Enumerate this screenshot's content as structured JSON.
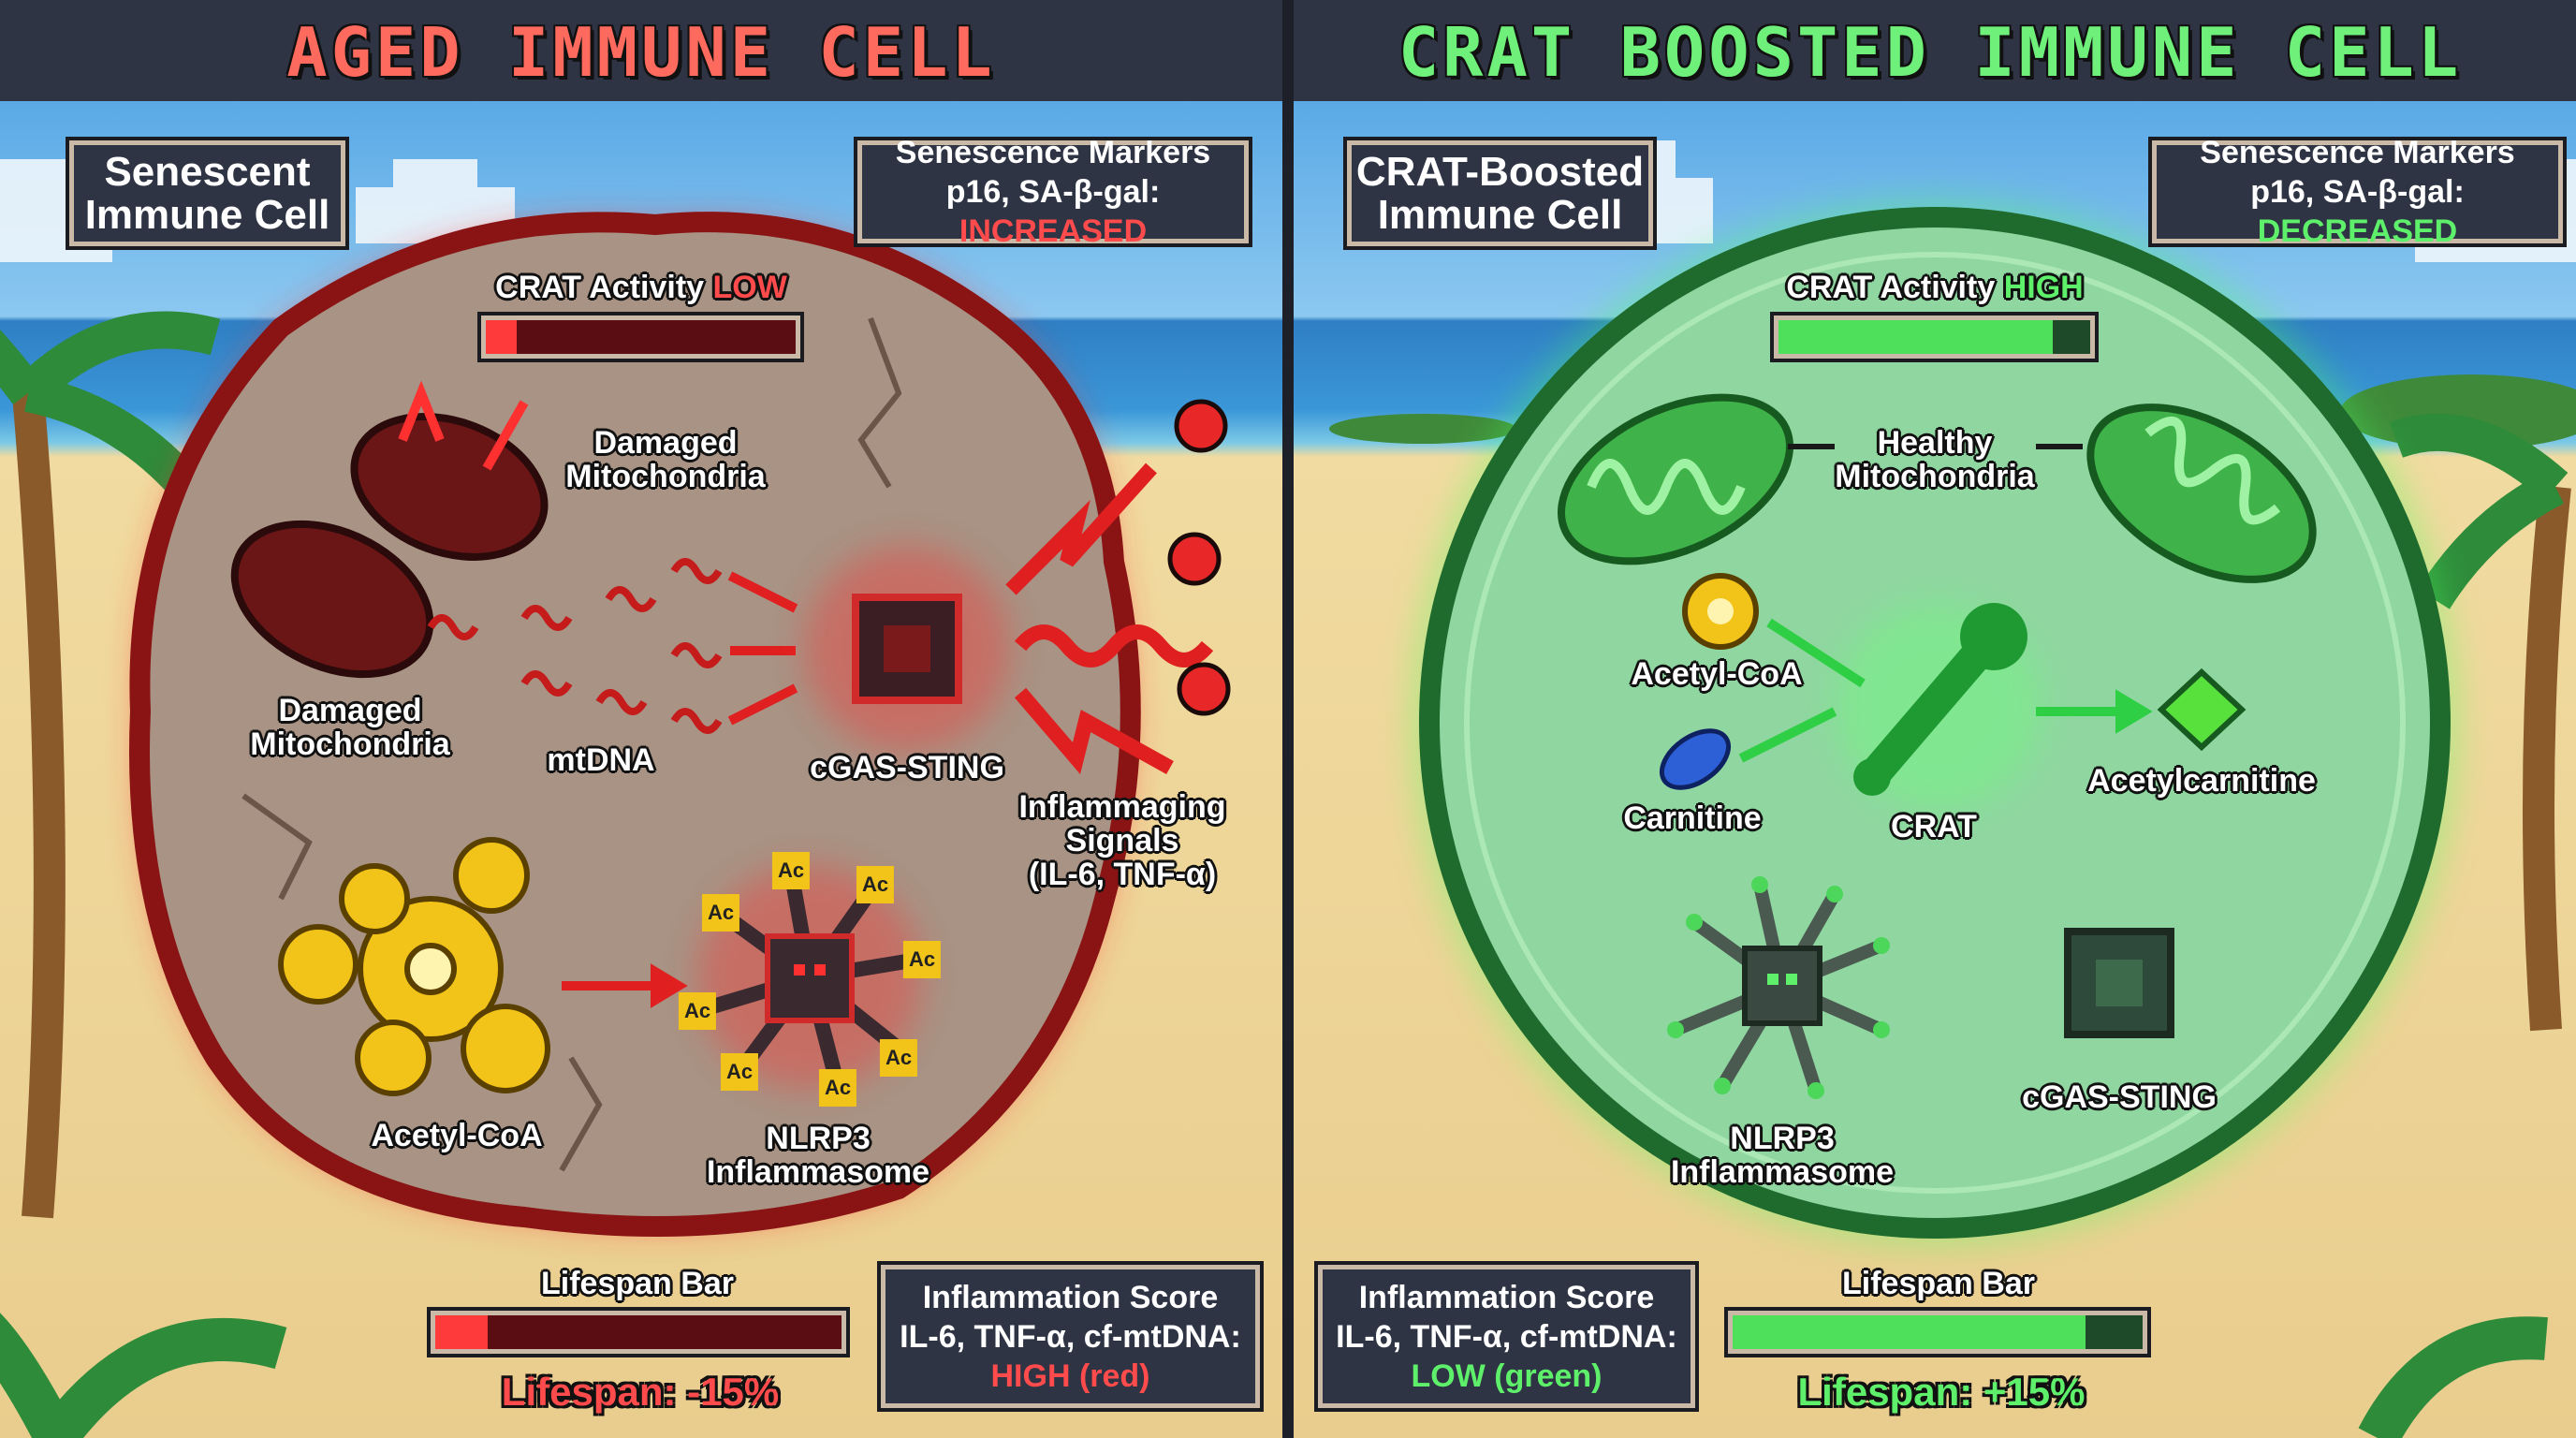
{
  "left": {
    "title": "AGED IMMUNE CELL",
    "cell_label": [
      "Senescent",
      "Immune Cell"
    ],
    "markers": {
      "heading": "Senescence Markers",
      "prefix": "p16, SA-β-gal:",
      "status": "INCREASED"
    },
    "crat_activity": {
      "label": "CRAT Activity",
      "status": "LOW",
      "level": 0.1
    },
    "labels": {
      "damaged_mito_top": [
        "Damaged",
        "Mitochondria"
      ],
      "damaged_mito_left": [
        "Damaged",
        "Mitochondria"
      ],
      "mtdna": "mtDNA",
      "cgas_sting": "cGAS-STING",
      "inflammaging": [
        "Inflammaging",
        "Signals",
        "(IL-6, TNF-α)"
      ],
      "acetyl_coa": "Acetyl-CoA",
      "nlrp3": [
        "NLRP3",
        "Inflammasome"
      ],
      "ac_badge": "Ac"
    },
    "lifespan": {
      "label": "Lifespan Bar",
      "level": 0.13,
      "text": "Lifespan: -15%"
    },
    "inflammation": {
      "heading": "Inflammation Score",
      "line": "IL-6, TNF-α, cf-mtDNA:",
      "status": "HIGH (red)"
    }
  },
  "right": {
    "title": "CRAT BOOSTED IMMUNE CELL",
    "cell_label": [
      "CRAT-Boosted",
      "Immune Cell"
    ],
    "markers": {
      "heading": "Senescence Markers",
      "prefix": "p16, SA-β-gal:",
      "status": "DECREASED"
    },
    "crat_activity": {
      "label": "CRAT Activity",
      "status": "HIGH",
      "level": 0.88
    },
    "labels": {
      "healthy_mito": [
        "Healthy",
        "Mitochondria"
      ],
      "acetyl_coa": "Acetyl-CoA",
      "carnitine": "Carnitine",
      "crat": "CRAT",
      "acetylcarnitine": "Acetylcarnitine",
      "nlrp3": [
        "NLRP3",
        "Inflammasome"
      ],
      "cgas_sting": "cGAS-STING"
    },
    "lifespan": {
      "label": "Lifespan Bar",
      "level": 0.86,
      "text": "Lifespan: +15%"
    },
    "inflammation": {
      "heading": "Inflammation Score",
      "line": "IL-6, TNF-α, cf-mtDNA:",
      "status": "LOW (green)"
    }
  },
  "colors": {
    "aged_red": "#ff4b4b",
    "boosted_green": "#5ef06a",
    "panel": "#2e3444",
    "sand": "#e9cd8e",
    "sky": "#5aa9e6"
  }
}
